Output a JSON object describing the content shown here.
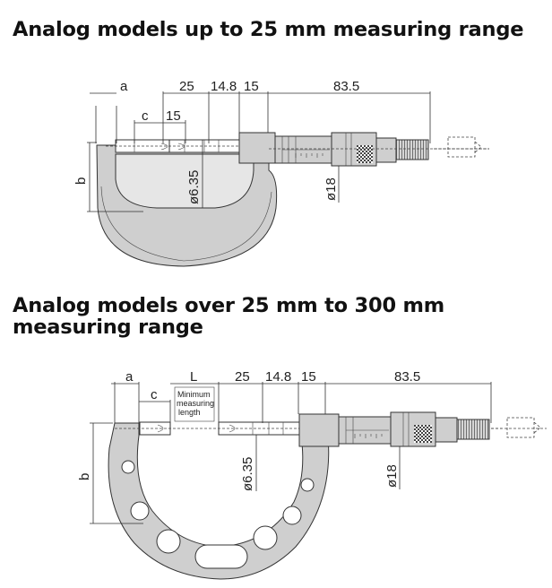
{
  "headings": {
    "top": "Analog models up to 25 mm measuring range",
    "bottom_line1": "Analog models over 25 mm to 300 mm",
    "bottom_line2": "measuring range"
  },
  "diagram_top": {
    "dim_a": "a",
    "dim_c": "c",
    "dim_25": "25",
    "dim_14_8": "14.8",
    "dim_15_upper": "15",
    "dim_15_lower": "15",
    "dim_83_5": "83.5",
    "dim_b": "b",
    "dim_spindle_dia": "ø6.35",
    "dim_thimble_dia": "ø18"
  },
  "diagram_bottom": {
    "dim_a": "a",
    "dim_c": "c",
    "dim_L": "L",
    "min_len_line1": "Minimum",
    "min_len_line2": "measuring",
    "min_len_line3": "length",
    "dim_25": "25",
    "dim_14_8": "14.8",
    "dim_15": "15",
    "dim_83_5": "83.5",
    "dim_b": "b",
    "dim_spindle_dia": "ø6.35",
    "dim_thimble_dia": "ø18"
  }
}
